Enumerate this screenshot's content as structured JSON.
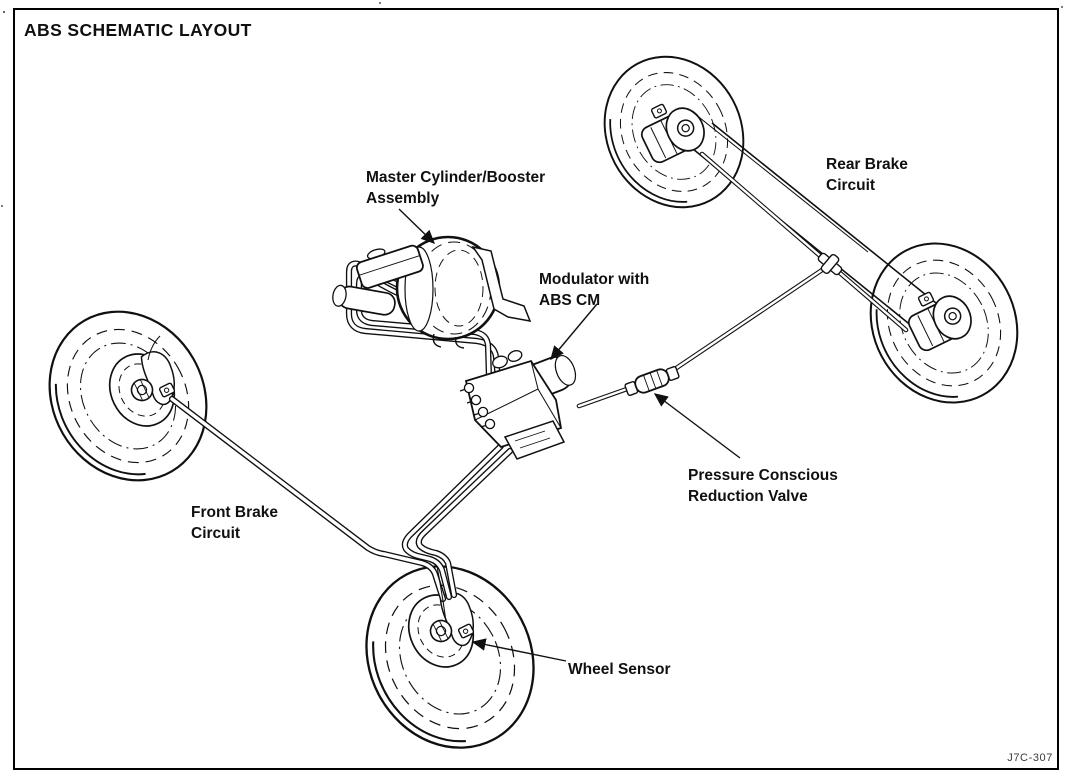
{
  "page": {
    "title": "ABS SCHEMATIC LAYOUT",
    "figure_code": "J7C-307",
    "paper_color": "#ffffff",
    "ink_color": "#101010"
  },
  "labels": {
    "master_cylinder": {
      "line1": "Master Cylinder/Booster",
      "line2": "Assembly"
    },
    "modulator": {
      "line1": "Modulator with",
      "line2": "ABS CM"
    },
    "rear_brake": {
      "line1": "Rear Brake",
      "line2": "Circuit"
    },
    "front_brake": {
      "line1": "Front Brake",
      "line2": "Circuit"
    },
    "pressure_valve": {
      "line1": "Pressure Conscious",
      "line2": "Reduction Valve"
    },
    "wheel_sensor": {
      "line1": "Wheel Sensor"
    }
  }
}
